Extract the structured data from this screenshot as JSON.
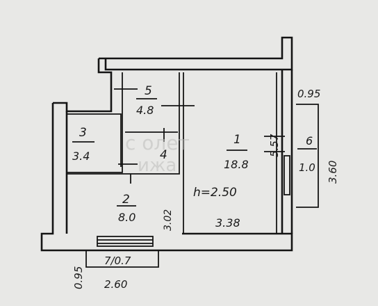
{
  "rooms": [
    {
      "id": "r1",
      "number": "1",
      "area": "18.8"
    },
    {
      "id": "r2",
      "number": "2",
      "area": "8.0"
    },
    {
      "id": "r3",
      "number": "3",
      "area": "3.4"
    },
    {
      "id": "r4",
      "number": "4",
      "area": ""
    },
    {
      "id": "r5",
      "number": "5",
      "area": "4.8"
    },
    {
      "id": "r6",
      "number": "6",
      "area": "1.0"
    }
  ],
  "labels": {
    "balcony": "7/0.7",
    "height": "h=2.50",
    "dim_338": "3.38",
    "dim_260": "2.60",
    "dim_095_left": "0.95",
    "dim_095_right": "0.95",
    "dim_557": "5.57",
    "dim_360": "3.60",
    "dim_302": "3.02"
  },
  "watermark": {
    "line1": "с  олет",
    "line2": "ижа"
  },
  "colors": {
    "ink": "#141414",
    "paper": "#e8e8e6"
  }
}
